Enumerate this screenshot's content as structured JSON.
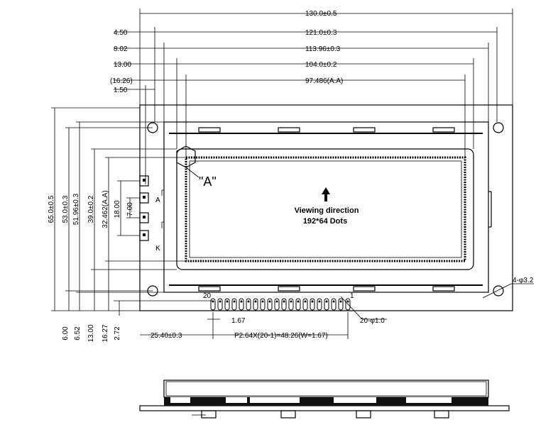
{
  "top_dims": {
    "overall": "130.0±0.5",
    "w121": "121.0±0.3",
    "w113": "113.96±0.3",
    "w104": "104.0±0.2",
    "w97": "97.486(A.A)"
  },
  "left_offsets": {
    "o450": "4.50",
    "o802": "8.02",
    "o1300": "13.00",
    "o1626": "(16.26)",
    "o150": "1.50"
  },
  "side_dims": {
    "h65": "65.0±0.5",
    "h53": "53.0±0.3",
    "h5196": "51.96±0.3",
    "h39": "39.0±0.2",
    "h32": "32.462(A.A)",
    "h18": "18.00",
    "h7": "7.00"
  },
  "bottom_offsets": {
    "b600": "6.00",
    "b652": "6.52",
    "b1300": "13.00",
    "b1627": "16.27",
    "b272": "2.72"
  },
  "pins": {
    "label_first": "20",
    "label_last": "1",
    "pad_width": "1.67",
    "pin_spec": "20-φ1.0",
    "pitch": "P2.64X(20-1)=48.26(W=1.67)",
    "offset": "25.40±0.3"
  },
  "mount_holes": "4-φ3.2",
  "display": {
    "detail_marker": "\"A\"",
    "viewing": "Viewing direction",
    "dots": "192*64 Dots"
  },
  "led_labels": {
    "anode": "A",
    "cathode": "K"
  }
}
